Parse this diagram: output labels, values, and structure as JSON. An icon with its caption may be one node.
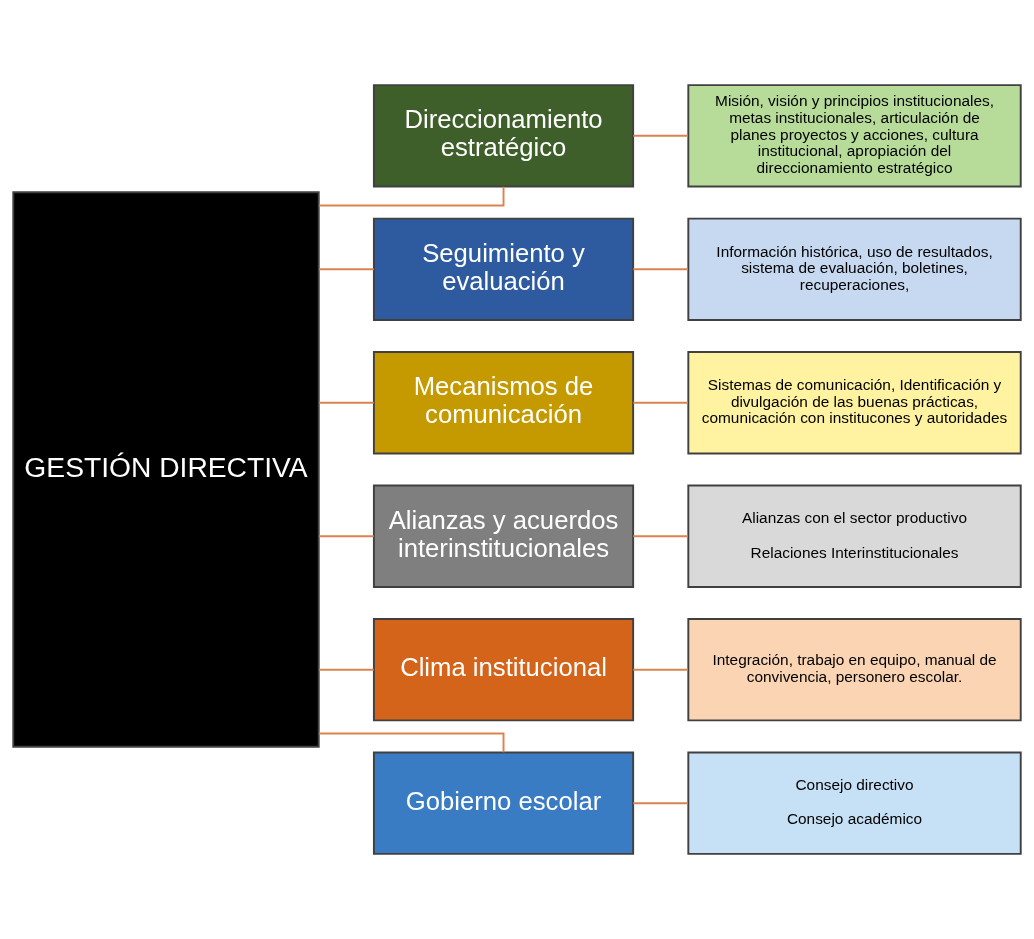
{
  "diagram": {
    "nodes": [
      {
        "text": [
          "GESTIÓN DIRECTIVA"
        ]
      },
      {
        "text": [
          "Direccionamiento estratégico"
        ]
      },
      {
        "text": [
          "Seguimiento y evaluación"
        ]
      },
      {
        "text": [
          "Mecanismos de comunicación"
        ]
      },
      {
        "text": [
          "Alianzas y acuerdos interinstitucionales"
        ]
      },
      {
        "text": [
          "Clima institucional"
        ]
      },
      {
        "text": [
          "Gobierno escolar"
        ]
      },
      {
        "text": [
          "Misión, visión y principios institucionales, metas institucionales, articulación de planes proyectos y acciones, cultura institucional, apropiación del direccionamiento estratégico"
        ]
      },
      {
        "text": [
          "Información histórica, uso de resultados, sistema de evaluación, boletines, recuperaciones,"
        ]
      },
      {
        "text": [
          "Sistemas de comunicación, Identificación y divulgación de las buenas prácticas, comunicación con institucones y autoridades"
        ]
      },
      {
        "text": [
          "Alianzas con el sector productivo",
          "Relaciones Interinstitucionales"
        ]
      },
      {
        "text": [
          "Integración, trabajo en equipo, manual de convivencia, personero escolar."
        ]
      },
      {
        "text": [
          "Consejo directivo",
          "Consejo académico"
        ]
      }
    ],
    "edges": [
      {
        "from": 0,
        "to": 1,
        "arrow": "none"
      },
      {
        "from": 0,
        "to": 2,
        "arrow": "none"
      },
      {
        "from": 0,
        "to": 3,
        "arrow": "none"
      },
      {
        "from": 0,
        "to": 4,
        "arrow": "none"
      },
      {
        "from": 0,
        "to": 5,
        "arrow": "none"
      },
      {
        "from": 0,
        "to": 6,
        "arrow": "none"
      },
      {
        "from": 1,
        "to": 7,
        "arrow": "none"
      },
      {
        "from": 2,
        "to": 8,
        "arrow": "none"
      },
      {
        "from": 3,
        "to": 9,
        "arrow": "none"
      },
      {
        "from": 4,
        "to": 10,
        "arrow": "none"
      },
      {
        "from": 5,
        "to": 11,
        "arrow": "none"
      },
      {
        "from": 6,
        "to": 12,
        "arrow": "none"
      }
    ]
  }
}
